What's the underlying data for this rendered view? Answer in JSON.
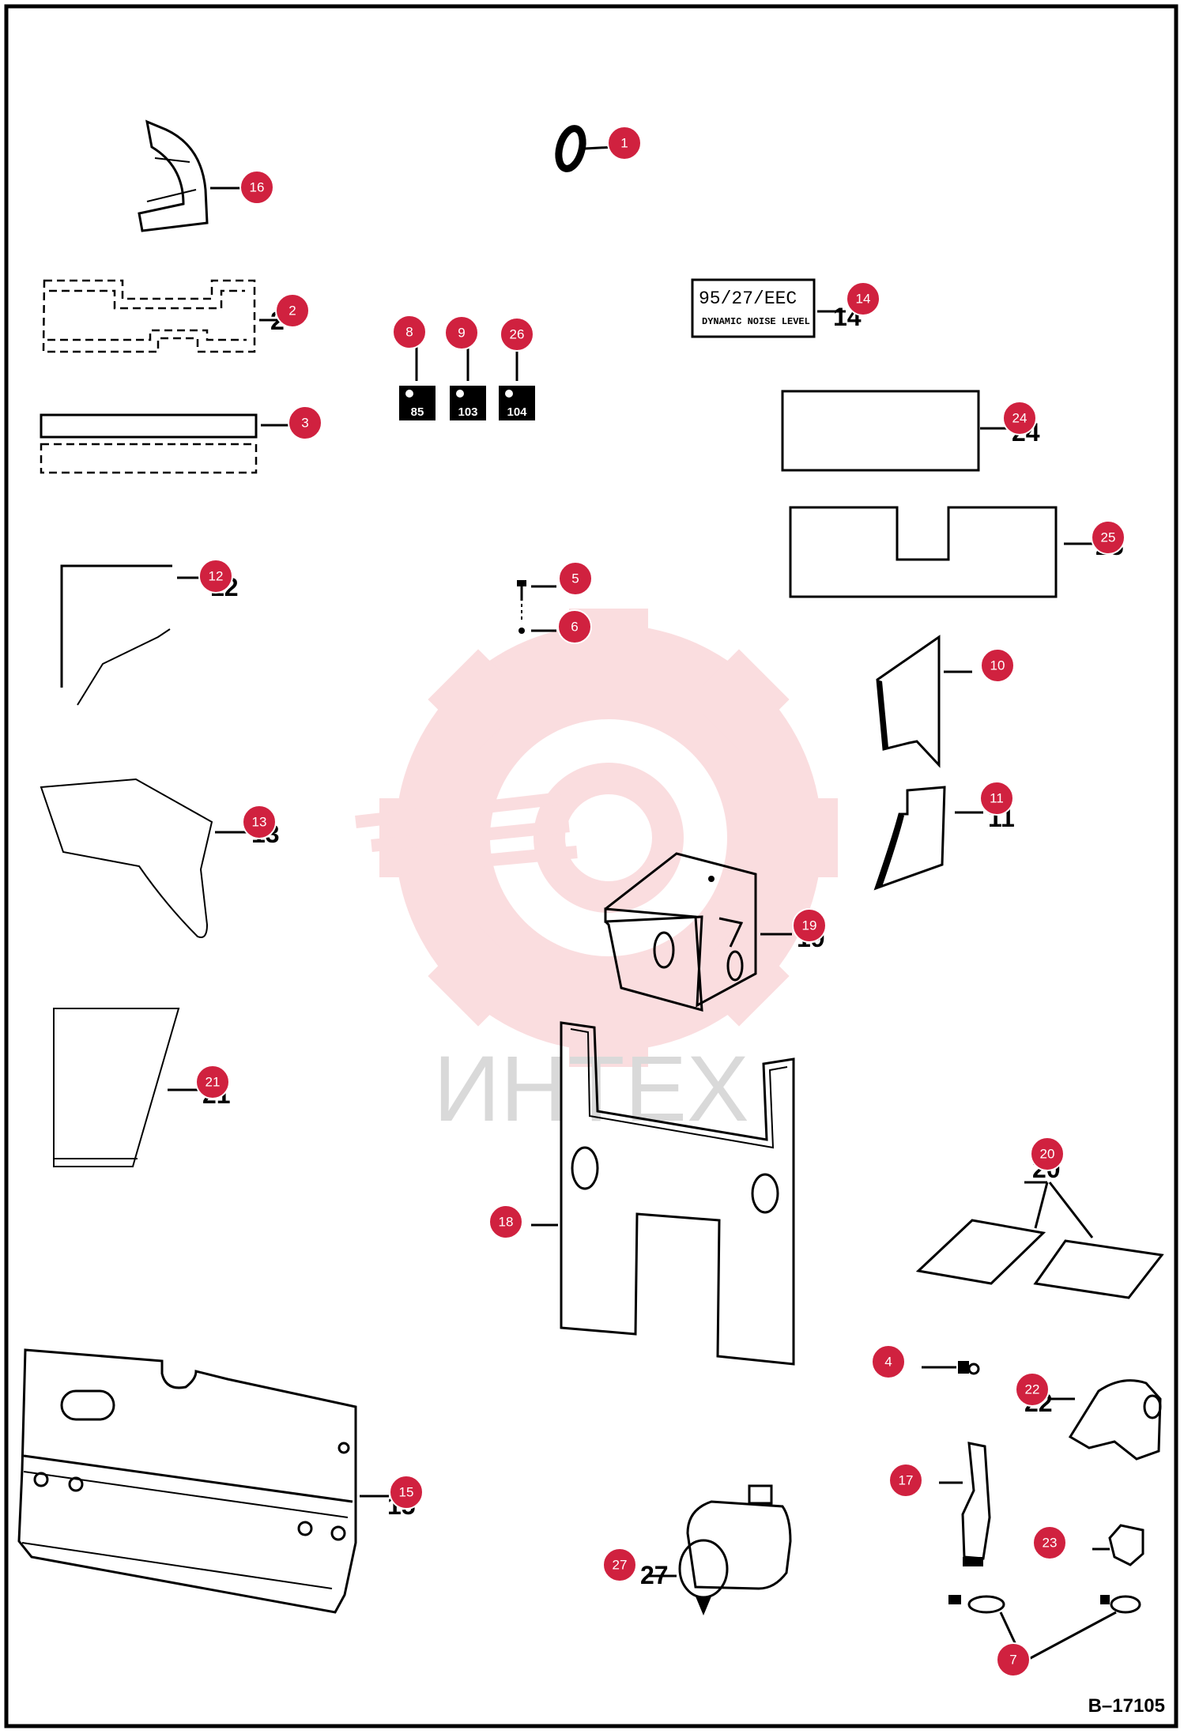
{
  "diagram": {
    "drawing_id": "B–17105",
    "watermark_text": "ИНТЕХ",
    "decal_14": {
      "line1": "95/27/EEC",
      "line2": "DYNAMIC NOISE LEVEL"
    },
    "decals_small": [
      {
        "callout": "8",
        "value": "85"
      },
      {
        "callout": "9",
        "value": "103"
      },
      {
        "callout": "26",
        "value": "104"
      }
    ],
    "callouts": [
      {
        "id": "1",
        "label": "1"
      },
      {
        "id": "2",
        "label": "2"
      },
      {
        "id": "3",
        "label": "3"
      },
      {
        "id": "4",
        "label": "4"
      },
      {
        "id": "5",
        "label": "5"
      },
      {
        "id": "6",
        "label": "6"
      },
      {
        "id": "7a",
        "label": "7"
      },
      {
        "id": "8",
        "label": "8"
      },
      {
        "id": "9",
        "label": "9"
      },
      {
        "id": "10",
        "label": "10"
      },
      {
        "id": "11",
        "label": "11"
      },
      {
        "id": "12",
        "label": "12"
      },
      {
        "id": "13",
        "label": "13"
      },
      {
        "id": "14",
        "label": "14"
      },
      {
        "id": "15",
        "label": "15"
      },
      {
        "id": "16",
        "label": "16"
      },
      {
        "id": "17",
        "label": "17"
      },
      {
        "id": "18",
        "label": "18"
      },
      {
        "id": "19",
        "label": "19"
      },
      {
        "id": "20",
        "label": "20"
      },
      {
        "id": "21",
        "label": "21"
      },
      {
        "id": "22",
        "label": "22"
      },
      {
        "id": "23",
        "label": "23"
      },
      {
        "id": "24",
        "label": "24"
      },
      {
        "id": "25",
        "label": "25"
      },
      {
        "id": "26",
        "label": "26"
      },
      {
        "id": "27",
        "label": "27"
      }
    ],
    "colors": {
      "callout": "#d0213f",
      "watermark": "#f4b6bc",
      "line": "#000000"
    }
  }
}
